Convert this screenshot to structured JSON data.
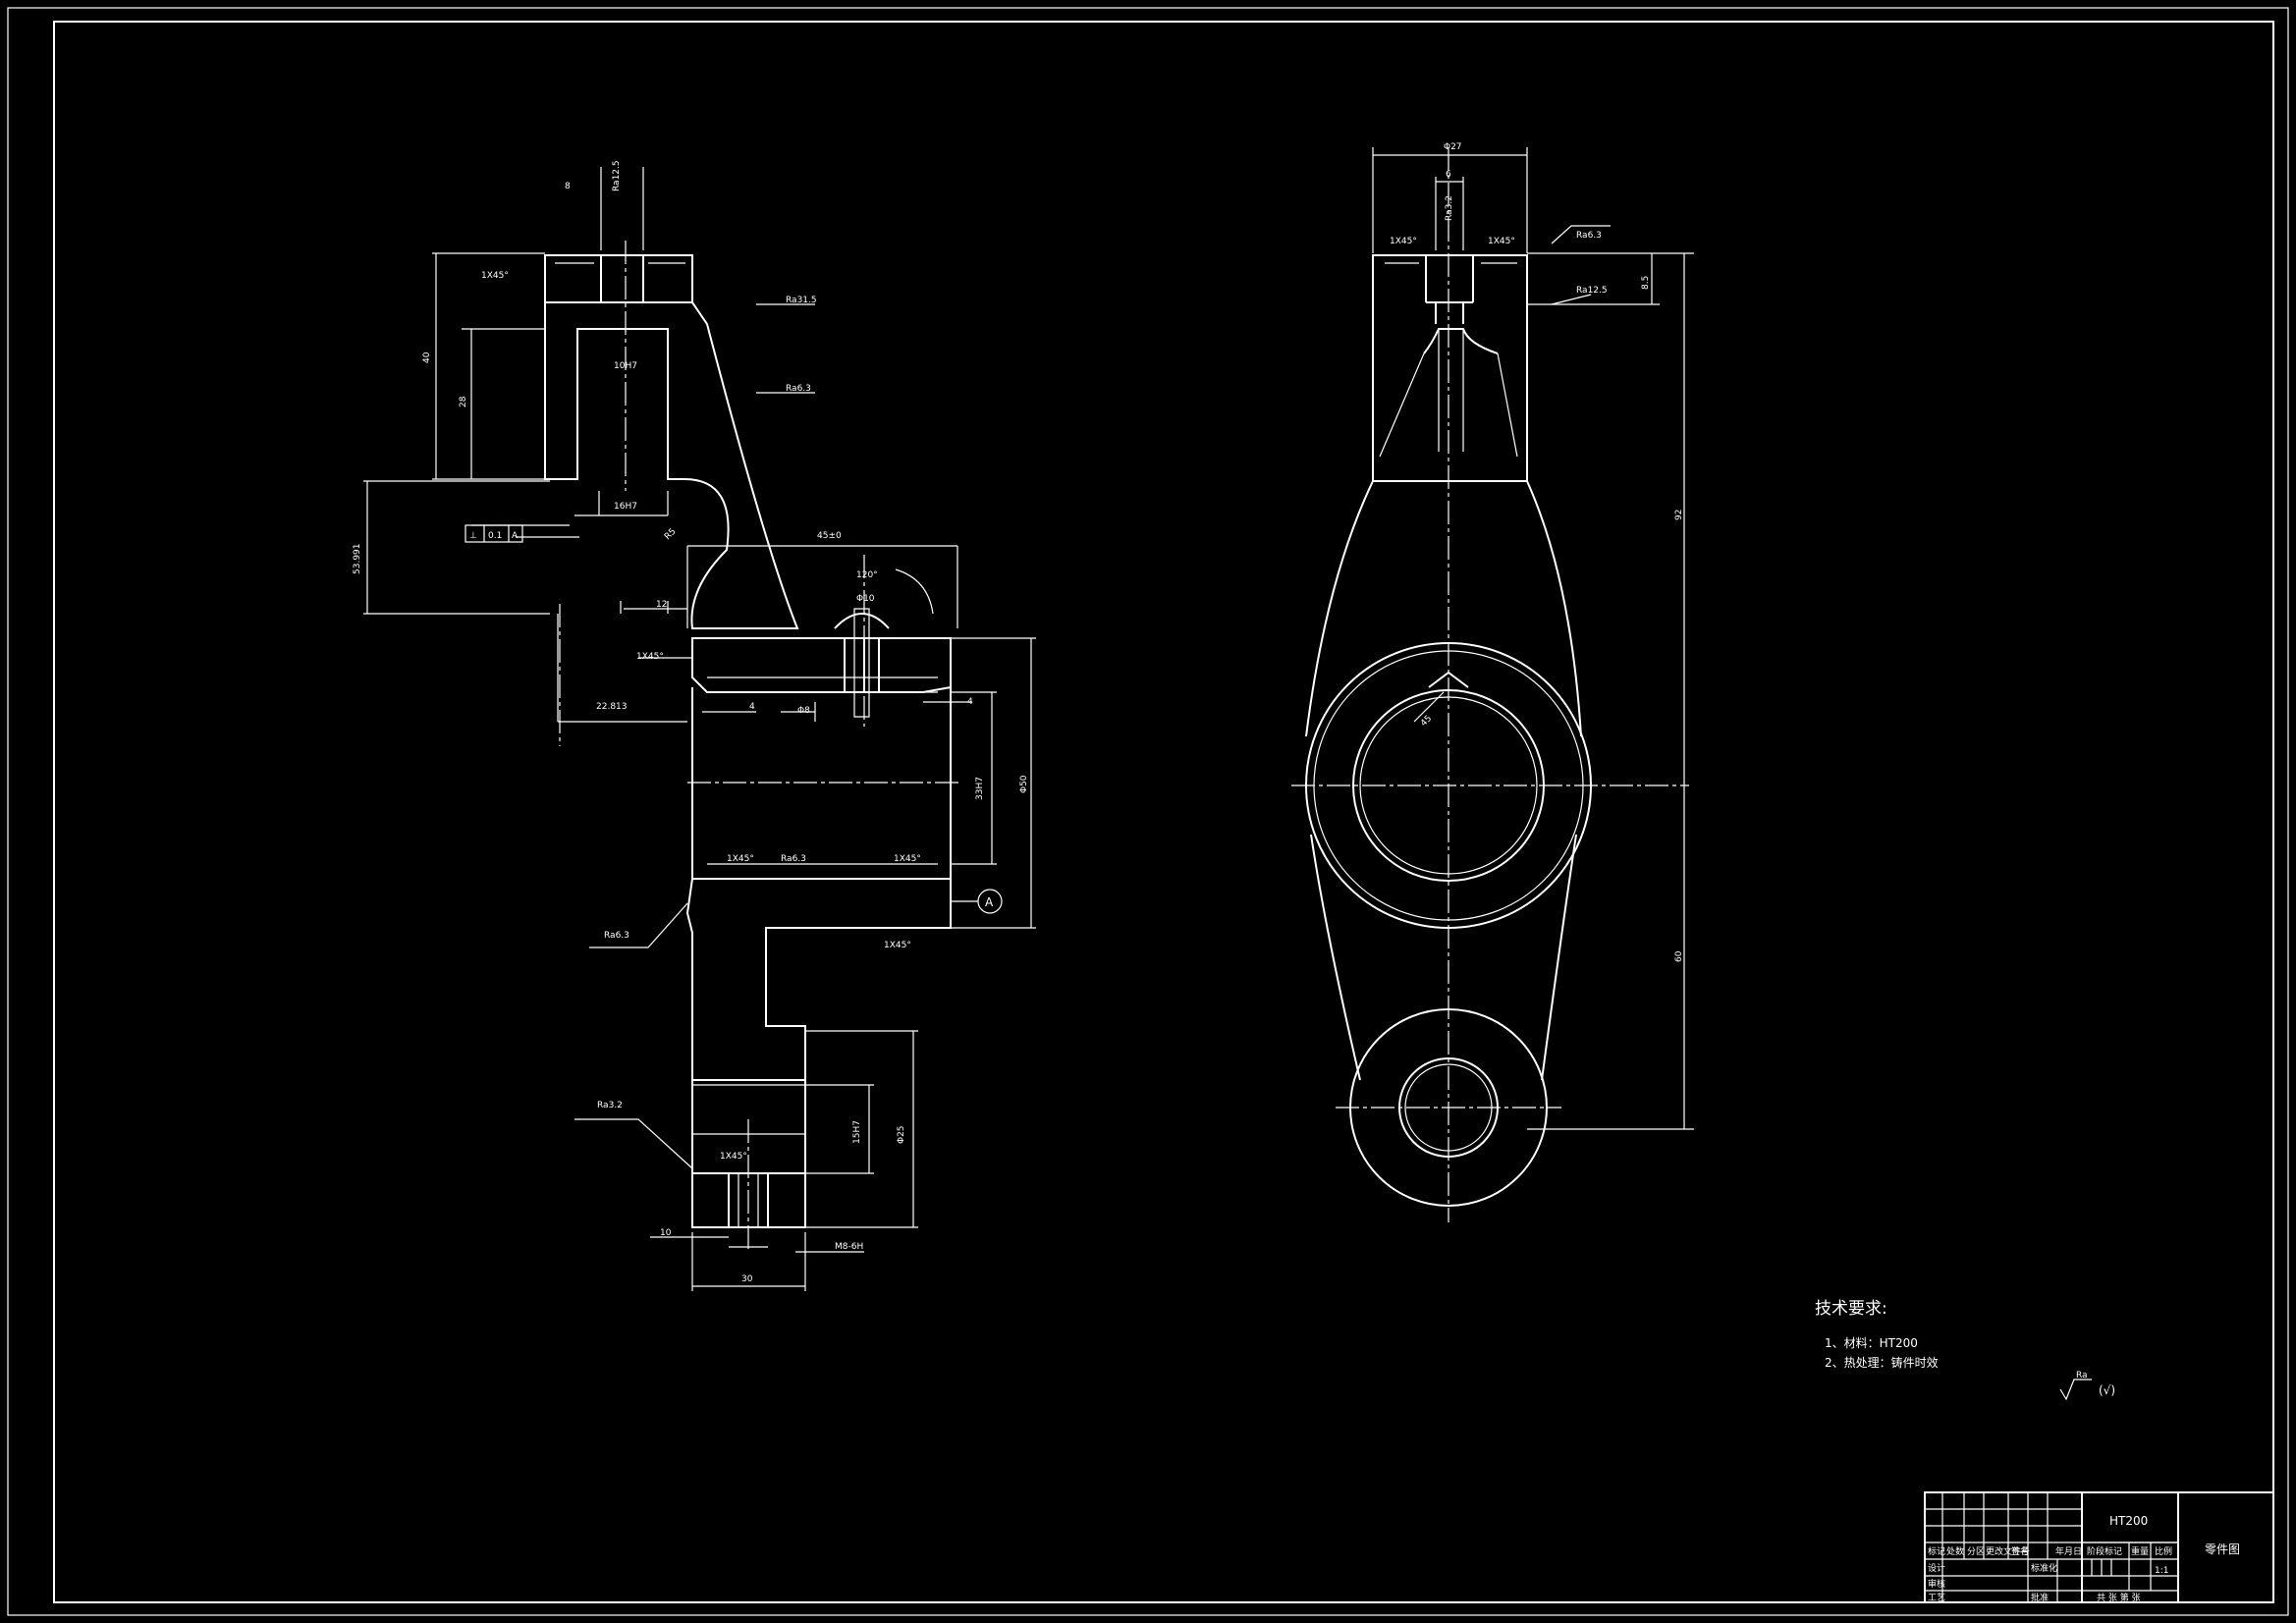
{
  "dims_section": {
    "top_gap": "8",
    "top_rough": "Ra12.5",
    "chamfer_top_left": "1X45°",
    "ra_upper_1": "Ra31.5",
    "ra_upper_2": "Ra6.3",
    "h40": "40",
    "h28": "28",
    "bore_upper": "10H7",
    "bore_lower": "16H7",
    "geo_tol_sym": "⊥",
    "geo_tol_val": "0.1",
    "geo_tol_ref": "A",
    "h_offset": "53.991",
    "r_small": "R5",
    "w12": "12",
    "chamfer_mid": "1X45°",
    "d_offset": "22.813",
    "w4_left": "4",
    "d_phi8": "Φ8",
    "w4_right": "4",
    "d_phi10": "Φ10",
    "angle_120": "120°",
    "w_top": "45±0",
    "chamfer_bot_left": "1X45°",
    "ra_bot": "Ra6.3",
    "chamfer_bot_right": "1X45°",
    "bore_main": "33H7",
    "d_phi50": "Φ50",
    "datum_a": "A",
    "chamfer_bot": "1X45°",
    "ra_left": "Ra6.3",
    "ra_lower": "Ra3.2",
    "chamfer_lower": "1X45°",
    "bore_small": "15H7",
    "d_phi25": "Φ25",
    "w10": "10",
    "thread": "M8-6H",
    "w30": "30"
  },
  "dims_front": {
    "phi27": "Φ27",
    "w6": "6",
    "ra_slot": "Ra3.2",
    "chamfer_l": "1X45°",
    "chamfer_r": "1X45°",
    "ra_top": "Ra6.3",
    "ra_side": "Ra12.5",
    "h8_5": "8.5",
    "h92": "92",
    "h60": "60",
    "angle45": "45"
  },
  "notes": {
    "heading": "技术要求:",
    "item1": "1、材料：HT200",
    "item2": "2、热处理：铸件时效",
    "rough_symbol": "Ra",
    "rough_paren": "(√)"
  },
  "title_block": {
    "material": "HT200",
    "drawing_title": "零件图",
    "scale": "1:1",
    "col1": "标记",
    "col2": "处数",
    "col3": "分区",
    "col4": "更改文件号",
    "col5": "签名",
    "col6": "年月日",
    "row_design": "设计",
    "row_check": "审核",
    "row_process": "工艺",
    "row_std": "标准化",
    "row_approve": "批准",
    "stage": "阶段标记",
    "weight": "重量",
    "ratio": "比例",
    "sheets": "共 张 第 张"
  }
}
